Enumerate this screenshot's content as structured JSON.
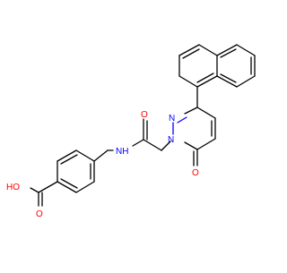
{
  "structure": {
    "atoms": {
      "oh_label": "HO",
      "o_acid_carbonyl": "O",
      "nh_label": "NH",
      "o_amide": "O",
      "n_ring_1": "N",
      "n_ring_2": "N",
      "o_ring": "O"
    },
    "colors": {
      "bond": "#000000",
      "oxygen": "#ff0000",
      "nitrogen": "#0000ff"
    }
  }
}
